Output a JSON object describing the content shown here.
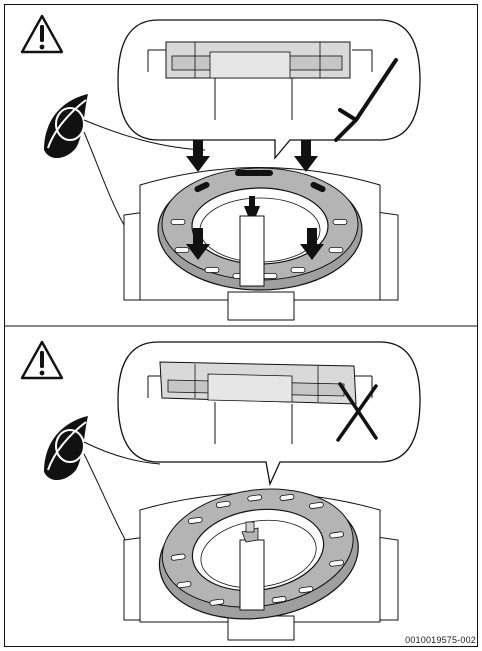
{
  "figure": {
    "code": "0010019575-002"
  },
  "panels": [
    {
      "name": "correct-installation",
      "status_icon": "check-icon"
    },
    {
      "name": "incorrect-installation",
      "status_icon": "cross-icon"
    }
  ],
  "icons": [
    "warning-triangle-icon",
    "eye-icon",
    "check-icon",
    "cross-icon",
    "down-arrow-icon"
  ],
  "colors": {
    "line": "#111111",
    "gasket": "#a9a9a9",
    "gasket_inner": "#c4c4c4",
    "slot": "#ffffff",
    "background": "#ffffff"
  }
}
